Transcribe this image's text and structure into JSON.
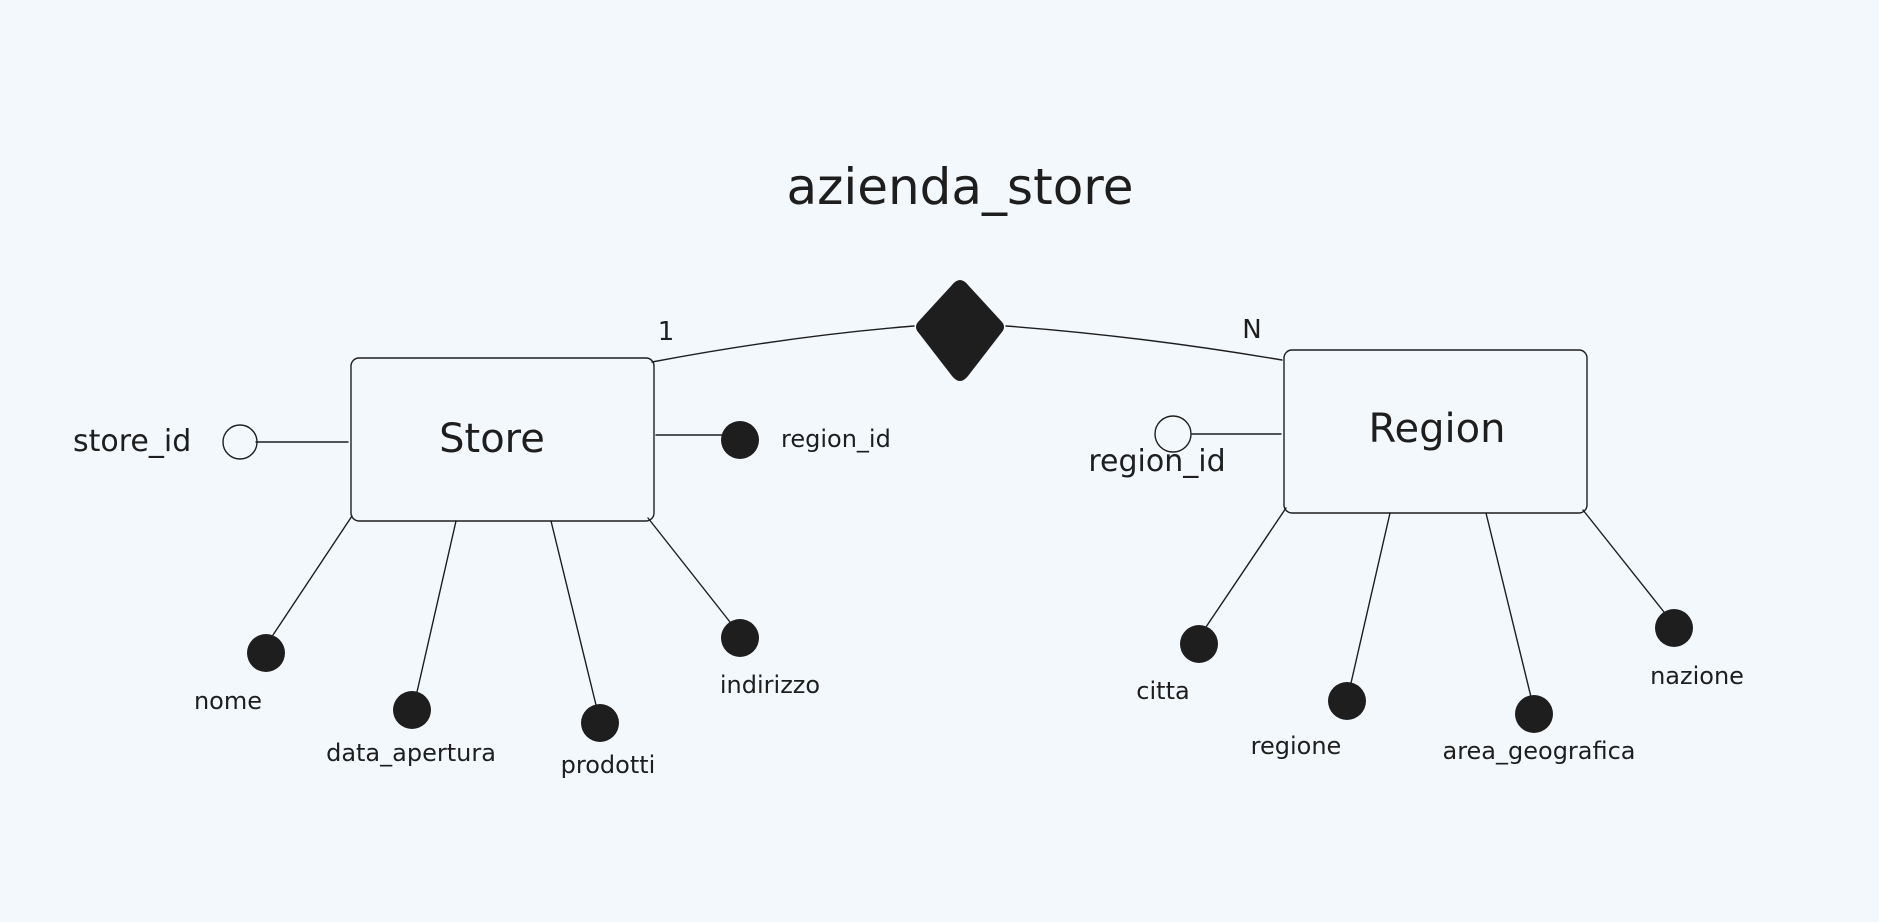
{
  "diagram": {
    "relationship": {
      "name": "azienda_store",
      "card_left": "1",
      "card_right": "N"
    },
    "store": {
      "name": "Store",
      "key_attr": "store_id",
      "foreign_attr": "region_id",
      "attributes": [
        "nome",
        "data_apertura",
        "prodotti",
        "indirizzo"
      ]
    },
    "region": {
      "name": "Region",
      "key_attr": "region_id",
      "attributes": [
        "citta",
        "regione",
        "area_geografica",
        "nazione"
      ]
    },
    "colors": {
      "background": "#f3f8fd",
      "ink": "#1e1e1e"
    }
  }
}
